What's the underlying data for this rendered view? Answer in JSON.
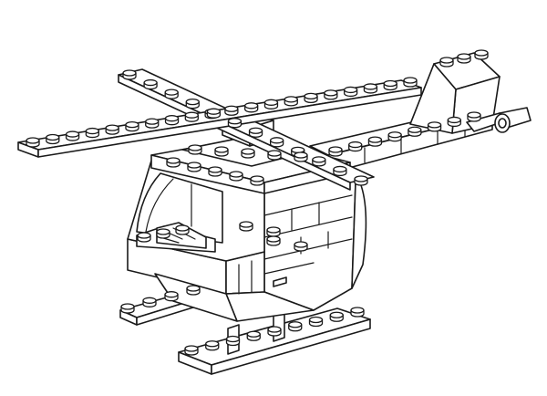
{
  "subject": "lego-brick-helicopter",
  "style": "black line-art coloring page",
  "colors": {
    "line": "#1a1a1a",
    "background": "#ffffff"
  },
  "parts": [
    "main-rotor",
    "rotor-hub",
    "cockpit-roof",
    "windshield",
    "cockpit-seat",
    "body",
    "tail-boom",
    "tail-fin",
    "tail-rotor",
    "left-skid",
    "right-skid"
  ]
}
